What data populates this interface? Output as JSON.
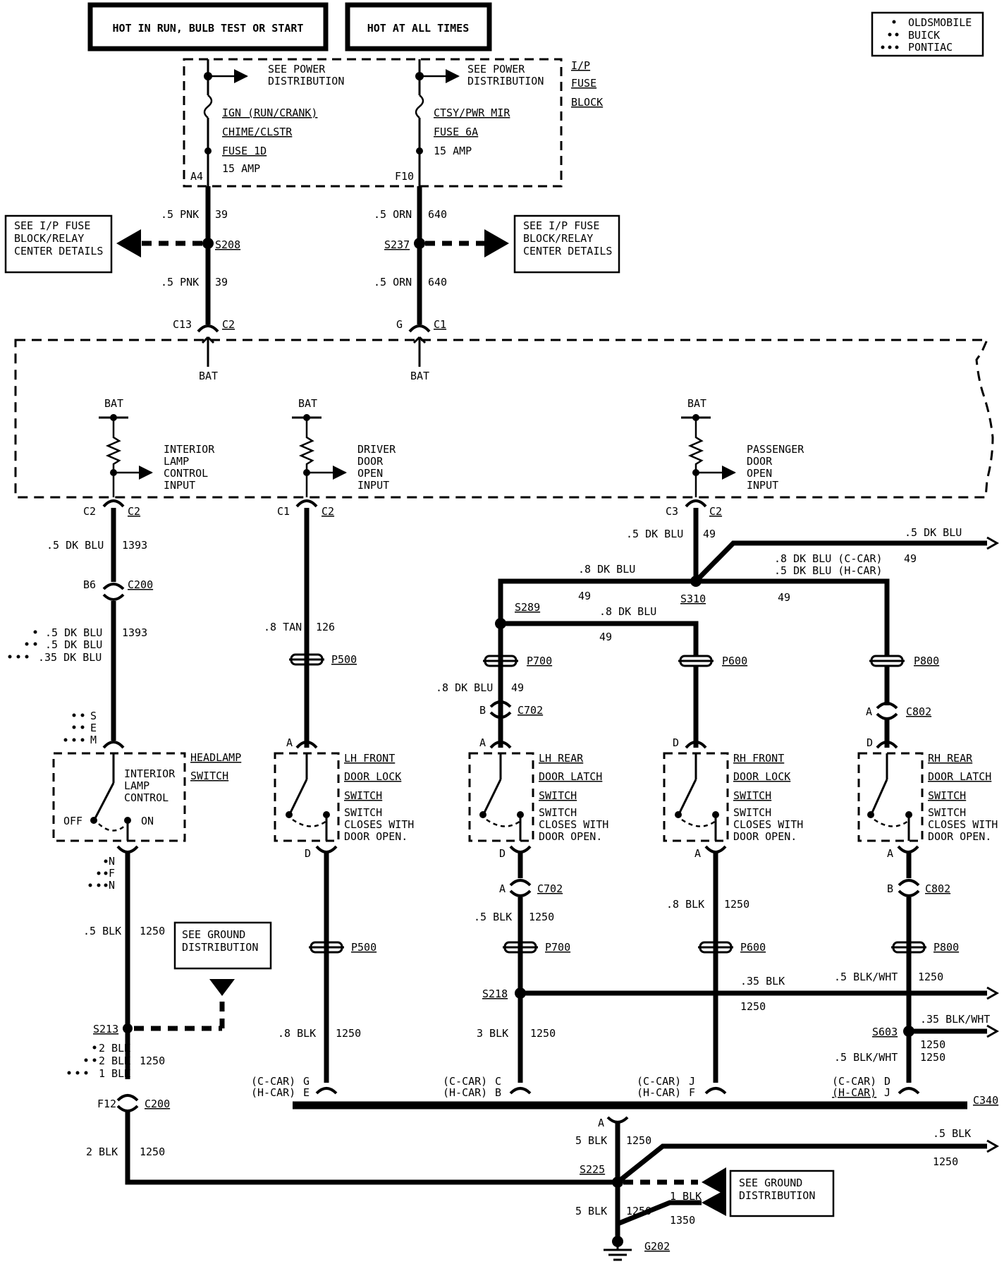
{
  "header": {
    "run_box": "HOT IN RUN, BULB TEST OR START",
    "always_box": "HOT AT ALL TIMES"
  },
  "legend": {
    "oldsmobile": "OLDSMOBILE",
    "buick": "BUICK",
    "pontiac": "PONTIAC"
  },
  "fuse_block": {
    "label_1": "I/P",
    "label_2": "FUSE",
    "label_3": "BLOCK",
    "see_power_1": "SEE POWER",
    "see_power_2": "DISTRIBUTION",
    "fuse_left": [
      "IGN (RUN/CRANK)",
      "CHIME/CLSTR",
      "FUSE 1D",
      "15 AMP"
    ],
    "fuse_right": [
      "CTSY/PWR MIR",
      "FUSE 6A",
      "15 AMP"
    ],
    "term_left": "A4",
    "term_right": "F10"
  },
  "splices_top": {
    "see_ip_1": "SEE I/P FUSE",
    "see_ip_2": "BLOCK/RELAY",
    "see_ip_3": "CENTER DETAILS",
    "s208": "S208",
    "s237": "S237",
    "pnk": ".5 PNK",
    "pnk_circ": "39",
    "orn": ".5 ORN",
    "orn_circ": "640"
  },
  "module": {
    "c13": "C13",
    "c2": "C2",
    "g": "G",
    "c1": "C1",
    "bat": "BAT",
    "interior_input": [
      "INTERIOR",
      "LAMP",
      "CONTROL",
      "INPUT"
    ],
    "driver_input": [
      "DRIVER",
      "DOOR",
      "OPEN",
      "INPUT"
    ],
    "passenger_input": [
      "PASSENGER",
      "DOOR",
      "OPEN",
      "INPUT"
    ],
    "pin_c2": "C2",
    "pin_c1": "C1",
    "pin_c3": "C3"
  },
  "wires": {
    "dkblu_05": ".5 DK BLU",
    "c1393": "1393",
    "b6": "B6",
    "c200": "C200",
    "alt_05dkblu": ".5 DK BLU",
    "alt_035dkblu": ".35 DK BLU",
    "tan_08": ".8 TAN",
    "c126": "126",
    "dkblu_08": ".8 DK BLU",
    "c49": "49",
    "dkblu_08_ccar": ".8 DK BLU (C-CAR)",
    "dkblu_05_hcar": ".5 DK BLU (H-CAR)",
    "s310": "S310",
    "s289": "S289",
    "p500": "P500",
    "p700": "P700",
    "p600": "P600",
    "p800": "P800",
    "c702": "C702",
    "c802": "C802",
    "blk_05": ".5 BLK",
    "blk_08": ".8 BLK",
    "blk_3": "3 BLK",
    "blk_035": ".35 BLK",
    "blkwht_05": ".5 BLK/WHT",
    "blkwht_035": ".35 BLK/WHT",
    "c1250": "1250",
    "s218": "S218",
    "s603": "S603",
    "s213": "S213",
    "s225": "S225",
    "g202": "G202",
    "alt_2blk": "2 BLK",
    "alt_1blk": "1 BLK",
    "f12": "F12",
    "blk_2": "2 BLK",
    "blk_5": "5 BLK",
    "blk_1": "1 BLK",
    "c1350": "1350",
    "c340": "C340"
  },
  "switches": {
    "headlamp": [
      "HEADLAMP",
      "SWITCH"
    ],
    "interior": [
      "INTERIOR",
      "LAMP",
      "CONTROL"
    ],
    "off": "OFF",
    "on": "ON",
    "lh_front": [
      "LH FRONT",
      "DOOR LOCK",
      "SWITCH"
    ],
    "lh_rear": [
      "LH REAR",
      "DOOR LATCH",
      "SWITCH"
    ],
    "rh_front": [
      "RH FRONT",
      "DOOR LOCK",
      "SWITCH"
    ],
    "rh_rear": [
      "RH REAR",
      "DOOR LATCH",
      "SWITCH"
    ],
    "note": [
      "SWITCH",
      "CLOSES WITH",
      "DOOR OPEN."
    ],
    "pin_s": "S",
    "pin_e": "E",
    "pin_m": "M",
    "pin_n": "N",
    "pin_f": "F",
    "pin_a": "A",
    "pin_b": "B",
    "pin_d": "D"
  },
  "ground": {
    "see_ground_1": "SEE GROUND",
    "see_ground_2": "DISTRIBUTION"
  },
  "c340_pins": {
    "ccar": "(C-CAR)",
    "hcar": "(H-CAR)",
    "p1": [
      "G",
      "E"
    ],
    "p2": [
      "C",
      "B"
    ],
    "p3": [
      "J",
      "F"
    ],
    "p4": [
      "D",
      "J"
    ]
  }
}
